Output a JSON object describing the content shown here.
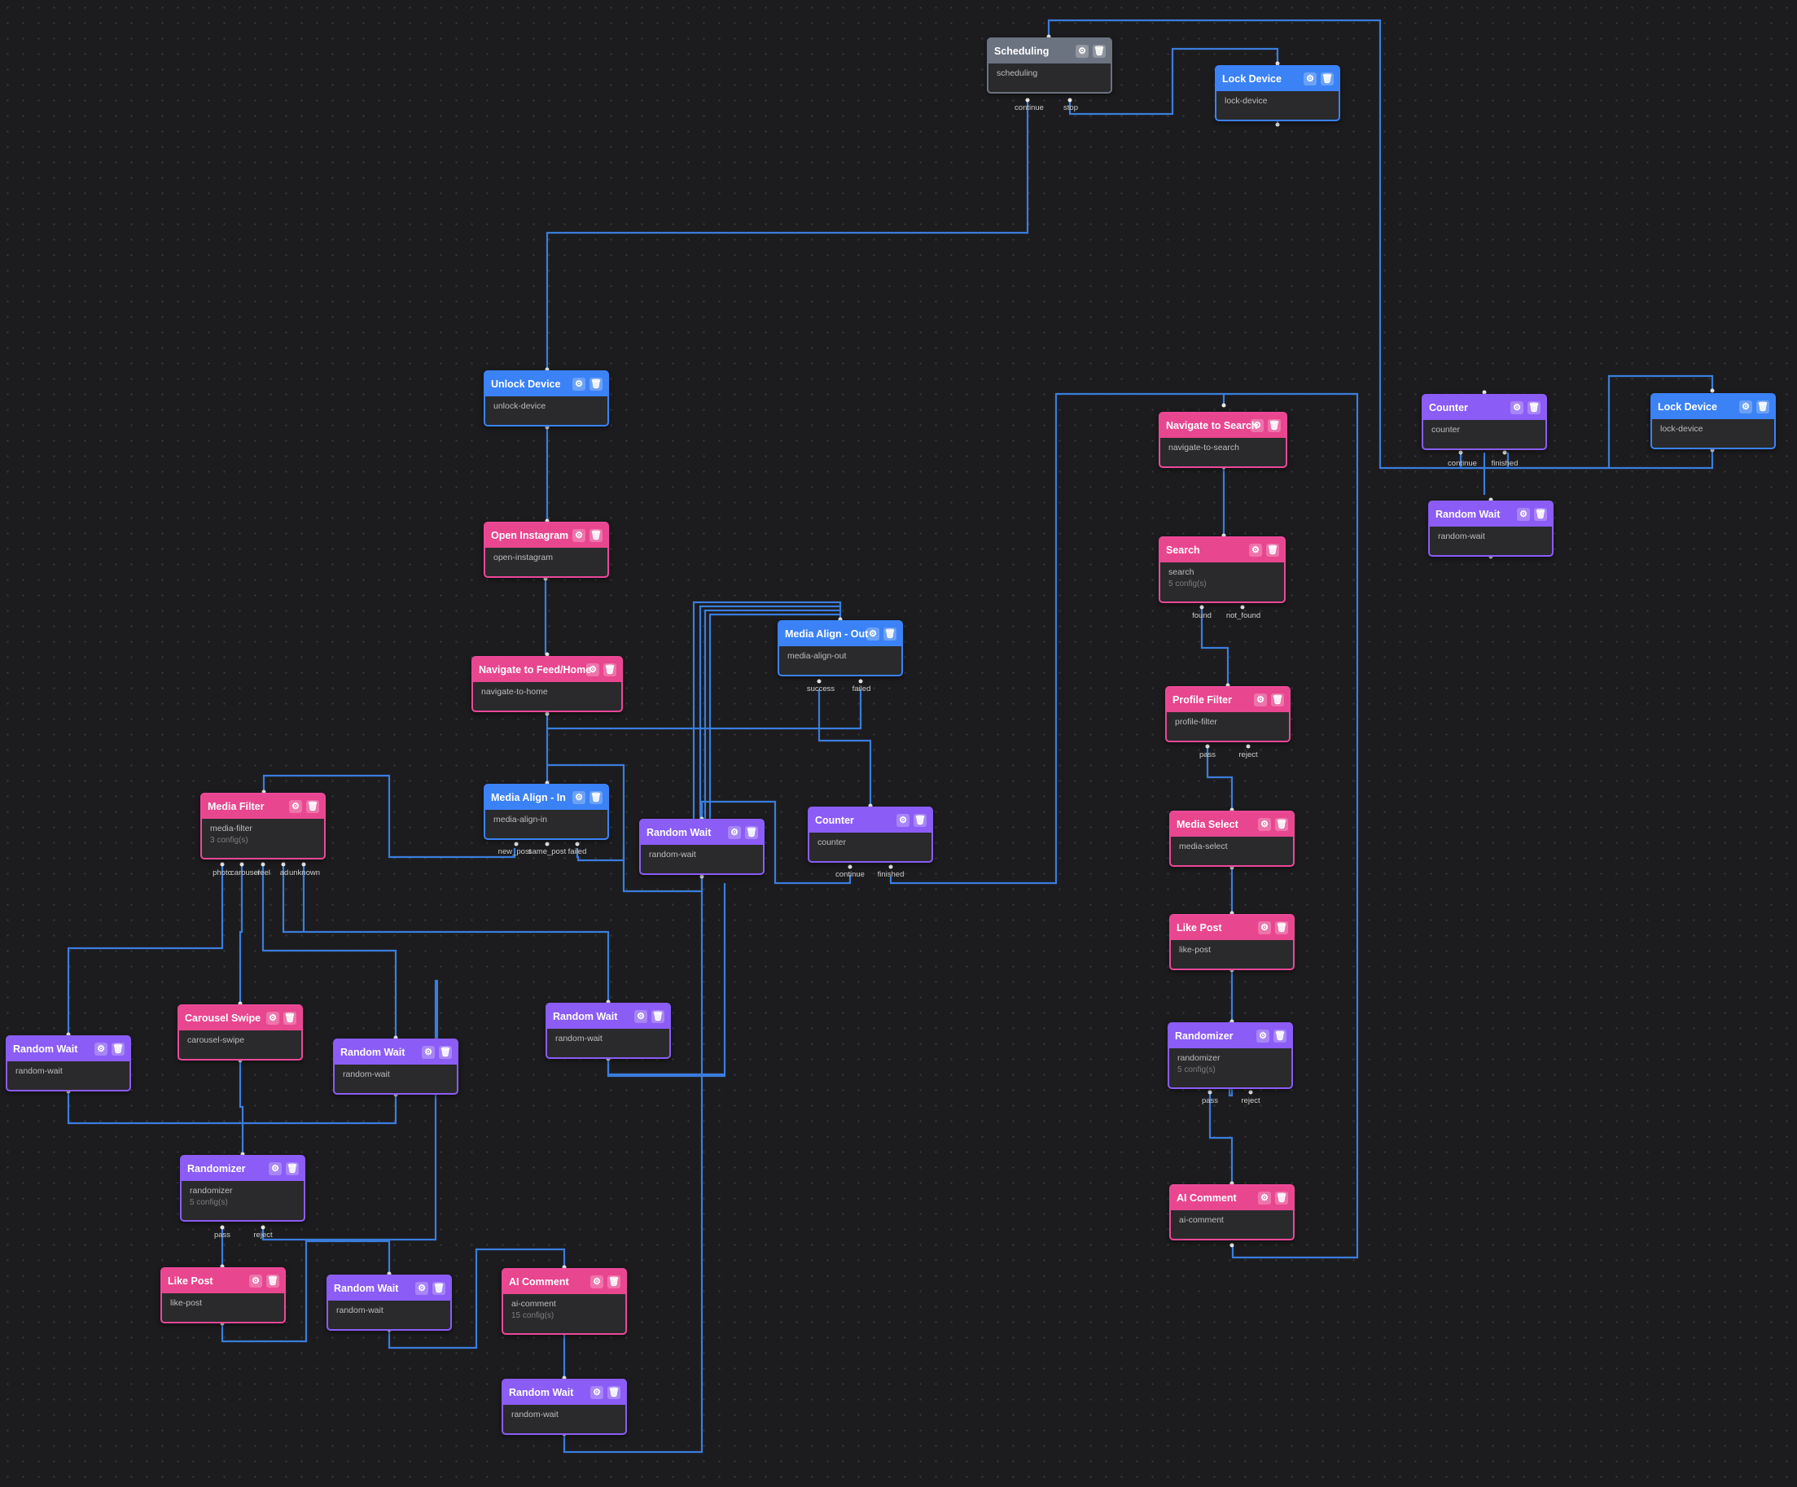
{
  "nodes": [
    {
      "id": "scheduling",
      "title": "Scheduling",
      "slug": "scheduling",
      "color": "gray"
    },
    {
      "id": "lock1",
      "title": "Lock Device",
      "slug": "lock-device",
      "color": "blue"
    },
    {
      "id": "unlock",
      "title": "Unlock Device",
      "slug": "unlock-device",
      "color": "blue"
    },
    {
      "id": "openig",
      "title": "Open Instagram",
      "slug": "open-instagram",
      "color": "pink"
    },
    {
      "id": "navhome",
      "title": "Navigate to Feed/Home",
      "slug": "navigate-to-home",
      "color": "pink"
    },
    {
      "id": "alignin",
      "title": "Media Align - In",
      "slug": "media-align-in",
      "color": "blue"
    },
    {
      "id": "mfilter",
      "title": "Media Filter",
      "slug": "media-filter",
      "color": "pink",
      "config": "3 config(s)"
    },
    {
      "id": "rw_center",
      "title": "Random Wait",
      "slug": "random-wait",
      "color": "purple"
    },
    {
      "id": "alignout",
      "title": "Media Align - Out",
      "slug": "media-align-out",
      "color": "blue"
    },
    {
      "id": "counter_mid",
      "title": "Counter",
      "slug": "counter",
      "color": "purple"
    },
    {
      "id": "rw_a",
      "title": "Random Wait",
      "slug": "random-wait",
      "color": "purple"
    },
    {
      "id": "carousel",
      "title": "Carousel Swipe",
      "slug": "carousel-swipe",
      "color": "pink"
    },
    {
      "id": "rw_b",
      "title": "Random Wait",
      "slug": "random-wait",
      "color": "purple"
    },
    {
      "id": "rw_c",
      "title": "Random Wait",
      "slug": "random-wait",
      "color": "purple"
    },
    {
      "id": "rand_left",
      "title": "Randomizer",
      "slug": "randomizer",
      "color": "purple",
      "config": "5 config(s)"
    },
    {
      "id": "like_left",
      "title": "Like Post",
      "slug": "like-post",
      "color": "pink"
    },
    {
      "id": "rw_d",
      "title": "Random Wait",
      "slug": "random-wait",
      "color": "purple"
    },
    {
      "id": "aic_left",
      "title": "AI Comment",
      "slug": "ai-comment",
      "color": "pink",
      "config": "15 config(s)"
    },
    {
      "id": "rw_e",
      "title": "Random Wait",
      "slug": "random-wait",
      "color": "purple"
    },
    {
      "id": "navsearch",
      "title": "Navigate to Search",
      "slug": "navigate-to-search",
      "color": "pink"
    },
    {
      "id": "search",
      "title": "Search",
      "slug": "search",
      "color": "pink",
      "config": "5 config(s)"
    },
    {
      "id": "pfilter",
      "title": "Profile Filter",
      "slug": "profile-filter",
      "color": "pink"
    },
    {
      "id": "mselect",
      "title": "Media Select",
      "slug": "media-select",
      "color": "pink"
    },
    {
      "id": "like_right",
      "title": "Like Post",
      "slug": "like-post",
      "color": "pink"
    },
    {
      "id": "rand_right",
      "title": "Randomizer",
      "slug": "randomizer",
      "color": "purple",
      "config": "5 config(s)"
    },
    {
      "id": "aic_right",
      "title": "AI Comment",
      "slug": "ai-comment",
      "color": "pink"
    },
    {
      "id": "counter_top",
      "title": "Counter",
      "slug": "counter",
      "color": "purple"
    },
    {
      "id": "lock2",
      "title": "Lock Device",
      "slug": "lock-device",
      "color": "blue"
    },
    {
      "id": "rw_top",
      "title": "Random Wait",
      "slug": "random-wait",
      "color": "purple"
    }
  ],
  "port_labels": [
    {
      "id": "sched_continue",
      "text": "continue"
    },
    {
      "id": "sched_stop",
      "text": "stop"
    },
    {
      "id": "alignout_success",
      "text": "success"
    },
    {
      "id": "alignout_failed",
      "text": "failed"
    },
    {
      "id": "alignin_newpost",
      "text": "new_post"
    },
    {
      "id": "alignin_same",
      "text": "same_post"
    },
    {
      "id": "alignin_failed",
      "text": "failed"
    },
    {
      "id": "counter_mid_continue",
      "text": "continue"
    },
    {
      "id": "counter_mid_finished",
      "text": "finished"
    },
    {
      "id": "mf_photo",
      "text": "photo"
    },
    {
      "id": "mf_carousel",
      "text": "carousel"
    },
    {
      "id": "mf_reel",
      "text": "reel"
    },
    {
      "id": "mf_ad",
      "text": "ad"
    },
    {
      "id": "mf_unknown",
      "text": "unknown"
    },
    {
      "id": "randl_pass",
      "text": "pass"
    },
    {
      "id": "randl_reject",
      "text": "reject"
    },
    {
      "id": "search_found",
      "text": "found"
    },
    {
      "id": "search_notfound",
      "text": "not_found"
    },
    {
      "id": "pf_pass",
      "text": "pass"
    },
    {
      "id": "pf_reject",
      "text": "reject"
    },
    {
      "id": "randr_pass",
      "text": "pass"
    },
    {
      "id": "randr_reject",
      "text": "reject"
    },
    {
      "id": "ctop_continue",
      "text": "continue"
    },
    {
      "id": "ctop_finished",
      "text": "finished"
    }
  ],
  "colors": {
    "blue": "#3b82f6",
    "pink": "#ec4899",
    "purple": "#8b5cf6",
    "gray": "#6b7280",
    "wire": "#3b7ddd",
    "canvas": "#1c1c1e"
  },
  "icons": {
    "settings": "gear-icon",
    "delete": "trash-icon"
  }
}
